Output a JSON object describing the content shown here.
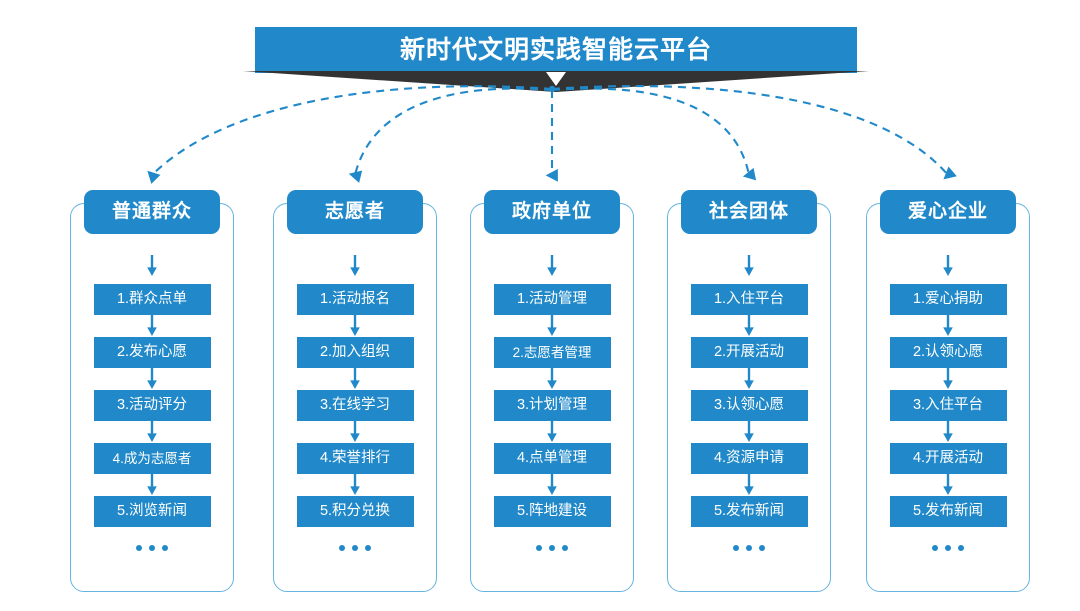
{
  "banner": {
    "title": "新时代文明实践智能云平台",
    "accent_color": "#2189c9",
    "ribbon_color": "#333333",
    "notch_icon": "chevron-down-icon"
  },
  "diagram": {
    "type": "flow-diagram",
    "root_label": "新时代文明实践智能云平台",
    "ellipsis": "...",
    "columns": [
      {
        "id": "general-public",
        "header": "普通群众",
        "items": [
          "1.群众点单",
          "2.发布心愿",
          "3.活动评分",
          "4.成为志愿者",
          "5.浏览新闻"
        ]
      },
      {
        "id": "volunteer",
        "header": "志愿者",
        "items": [
          "1.活动报名",
          "2.加入组织",
          "3.在线学习",
          "4.荣誉排行",
          "5.积分兑换"
        ]
      },
      {
        "id": "government-unit",
        "header": "政府单位",
        "items": [
          "1.活动管理",
          "2.志愿者管理",
          "3.计划管理",
          "4.点单管理",
          "5.阵地建设"
        ]
      },
      {
        "id": "social-group",
        "header": "社会团体",
        "items": [
          "1.入住平台",
          "2.开展活动",
          "3.认领心愿",
          "4.资源申请",
          "5.发布新闻"
        ]
      },
      {
        "id": "caring-enterprise",
        "header": "爱心企业",
        "items": [
          "1.爱心捐助",
          "2.认领心愿",
          "3.入住平台",
          "4.开展活动",
          "5.发布新闻"
        ]
      }
    ]
  },
  "colors": {
    "primary_blue": "#2189c9",
    "border_blue": "#67b4e0",
    "dashed_blue": "#2189c9",
    "ribbon_dark": "#333333",
    "text_white": "#ffffff"
  }
}
